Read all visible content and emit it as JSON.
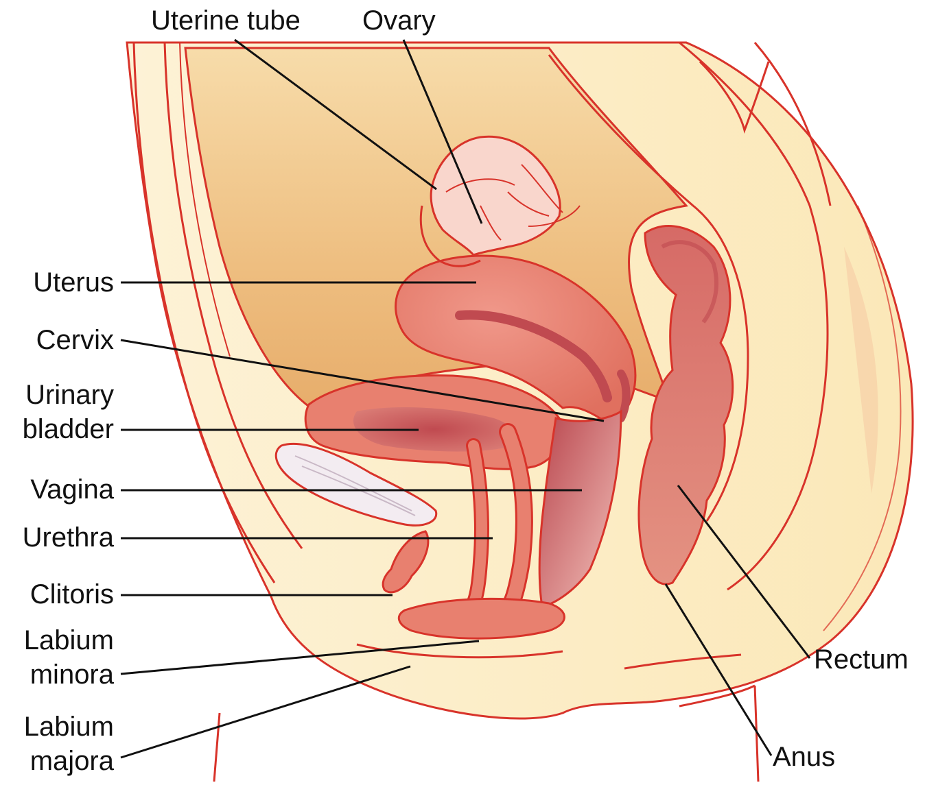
{
  "labels": {
    "uterine_tube": "Uterine tube",
    "ovary": "Ovary",
    "uterus": "Uterus",
    "cervix": "Cervix",
    "urinary_bladder_line1": "Urinary",
    "urinary_bladder_line2": "bladder",
    "vagina": "Vagina",
    "urethra": "Urethra",
    "clitoris": "Clitoris",
    "labium_minora_line1": "Labium",
    "labium_minora_line2": "minora",
    "labium_majora_line1": "Labium",
    "labium_majora_line2": "majora",
    "rectum": "Rectum",
    "anus": "Anus"
  },
  "colors": {
    "outline": "#d8332a",
    "skin_light": "#fbecc4",
    "cavity": "#f0c98e",
    "organ": "#e8806f",
    "organ_dark": "#c9565a",
    "pad": "#f3ecf1",
    "leader": "#111111"
  }
}
